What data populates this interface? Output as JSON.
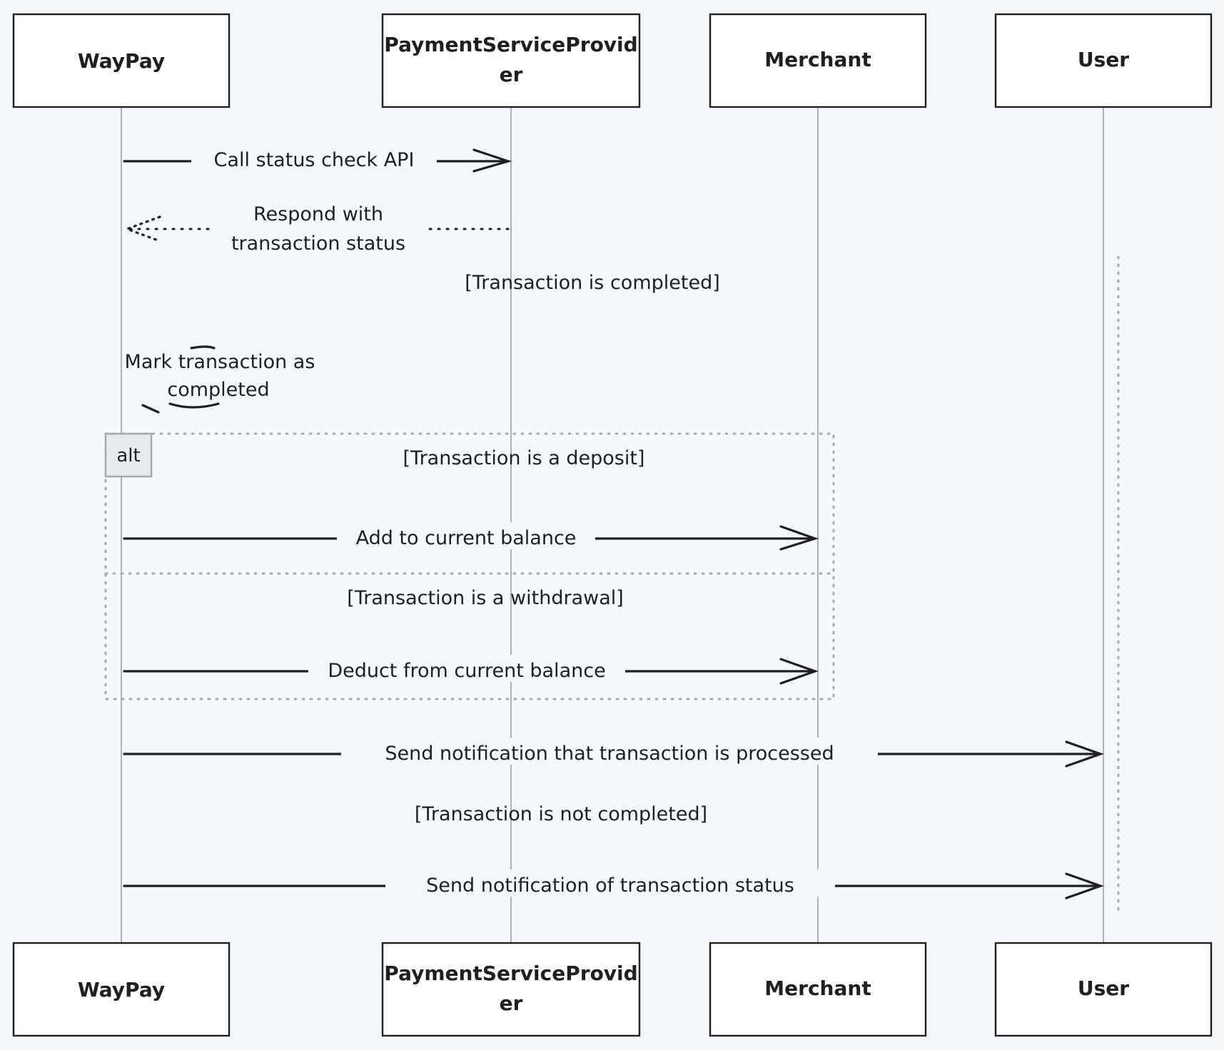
{
  "actors": [
    {
      "id": "waypay",
      "line1": "WayPay",
      "line2": ""
    },
    {
      "id": "psp",
      "line1": "PaymentServiceProvid",
      "line2": "er"
    },
    {
      "id": "merchant",
      "line1": "Merchant",
      "line2": ""
    },
    {
      "id": "user",
      "line1": "User",
      "line2": ""
    }
  ],
  "messages": {
    "call_status": "Call status check API",
    "respond_line1": "Respond with",
    "respond_line2": "transaction status",
    "mark_line1": "Mark transaction as",
    "mark_line2": "completed",
    "add_balance": "Add to current balance",
    "deduct_balance": "Deduct from current balance",
    "send_processed": "Send notification that transaction is processed",
    "send_status": "Send notification of transaction status"
  },
  "conditions": {
    "completed": "[Transaction is completed]",
    "deposit": "[Transaction is a deposit]",
    "withdrawal": "[Transaction is a withdrawal]",
    "not_completed": "[Transaction is not completed]"
  },
  "frames": {
    "alt_label": "alt"
  }
}
